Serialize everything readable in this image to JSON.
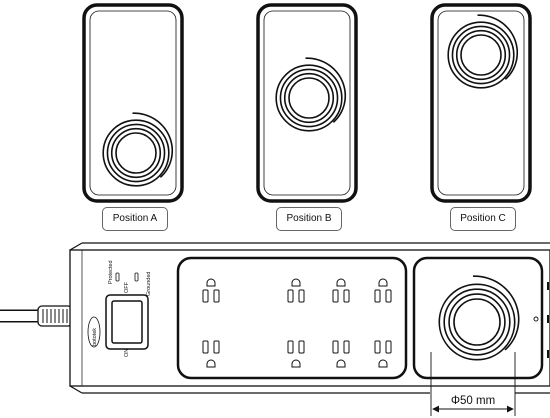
{
  "positions": [
    {
      "id": "a",
      "label": "Position A"
    },
    {
      "id": "b",
      "label": "Position B"
    },
    {
      "id": "c",
      "label": "Position C"
    }
  ],
  "strip": {
    "switch_labels": {
      "protected": "Protected",
      "off": "OFF",
      "grounded": "Grounded",
      "on": "ON"
    },
    "brand": "bototek"
  },
  "dimension": "Φ50 mm",
  "colors": {
    "ink": "#111111",
    "background": "#ffffff"
  }
}
